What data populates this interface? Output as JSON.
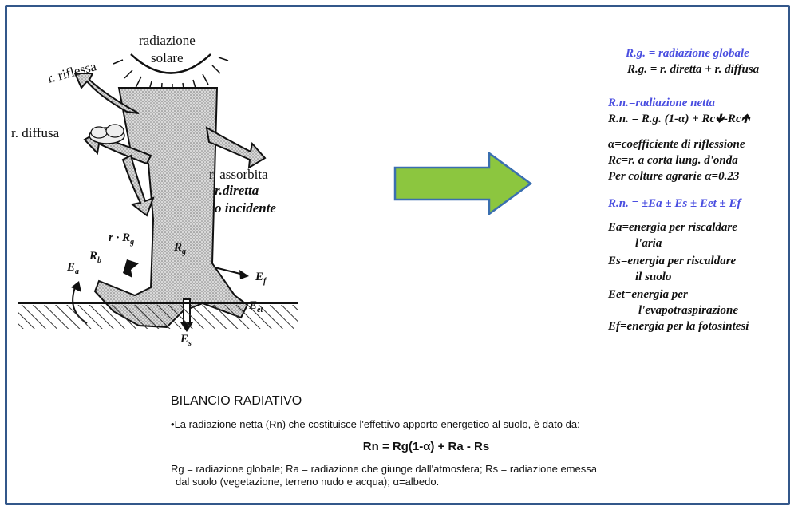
{
  "diagram": {
    "labels": {
      "radiazione": "radiazione",
      "solare": "solare",
      "riflessa": "r. riflessa",
      "diffusa": "r. diffusa",
      "assorbita": "r. assorbita",
      "diretta": "r.diretta",
      "incidente": "o incidente",
      "r_rg": "r · R",
      "r_rg_sub": "g",
      "rg": "R",
      "rg_sub": "g",
      "rb": "R",
      "rb_sub": "b",
      "ea": "E",
      "ea_sub": "a",
      "ef": "E",
      "ef_sub": "f",
      "eet": "E",
      "eet_sub": "et",
      "es": "E",
      "es_sub": "s"
    }
  },
  "formulas": {
    "l1": "R.g. = radiazione globale",
    "l2": "R.g. = r. diretta + r. diffusa",
    "l3": "R.n.=radiazione netta",
    "l4": "R.n. = R.g. (1-α) + Rc",
    "l4_down": "🡻",
    "l4_mid": "-Rc",
    "l4_up": "🡹",
    "l5": "α=coefficiente di riflessione",
    "l6": "Rc=r. a corta lung. d'onda",
    "l7": "Per colture agrarie α=0.23",
    "l8": "R.n. = ±Ea ± Es ± Eet ± Ef",
    "l9": "Ea=energia per riscaldare",
    "l10": "l'aria",
    "l11": "Es=energia per riscaldare",
    "l12": "il suolo",
    "l13": "Eet=energia per",
    "l14": "l'evapotraspirazione",
    "l15": "Ef=energia per la fotosintesi"
  },
  "bottom": {
    "title": "BILANCIO RADIATIVO",
    "bullet": "•",
    "line_pre": "La ",
    "line_link": "radiazione netta ",
    "line_post": "(Rn) che costituisce l'effettivo apporto energetico al suolo, è dato da:",
    "equation": "Rn = Rg(1-α) + Ra - Rs",
    "legend_1": "Rg = radiazione globale; Ra = radiazione che giunge dall'atmosfera; Rs = radiazione emessa",
    "legend_2": "dal suolo (vegetazione, terreno nudo e acqua); α=albedo."
  },
  "colors": {
    "frame": "#33578a",
    "arrow_fill": "#8cc63f",
    "arrow_stroke": "#3a6fb0",
    "blue_text": "#4a4ee0"
  }
}
